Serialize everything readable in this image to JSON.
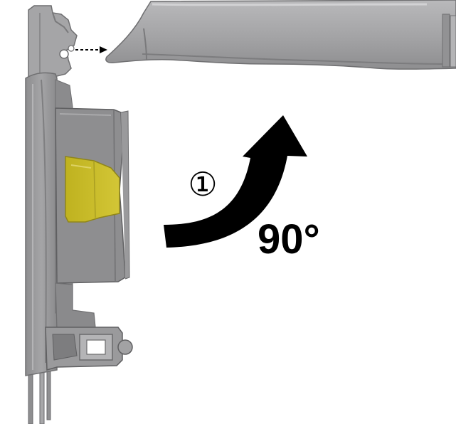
{
  "annotations": {
    "step_number": "①",
    "rotation_angle": "90°"
  },
  "colors": {
    "housing_gray": "#9d9d9f",
    "housing_dark": "#6f6f71",
    "housing_light": "#c4c4c6",
    "latch_yellow": "#c9bc2a",
    "arrow_black": "#000000"
  },
  "icons": {
    "rotation_arrow": "curved-arrow-up-right",
    "insertion_hint": "dashed-arrow-right"
  }
}
